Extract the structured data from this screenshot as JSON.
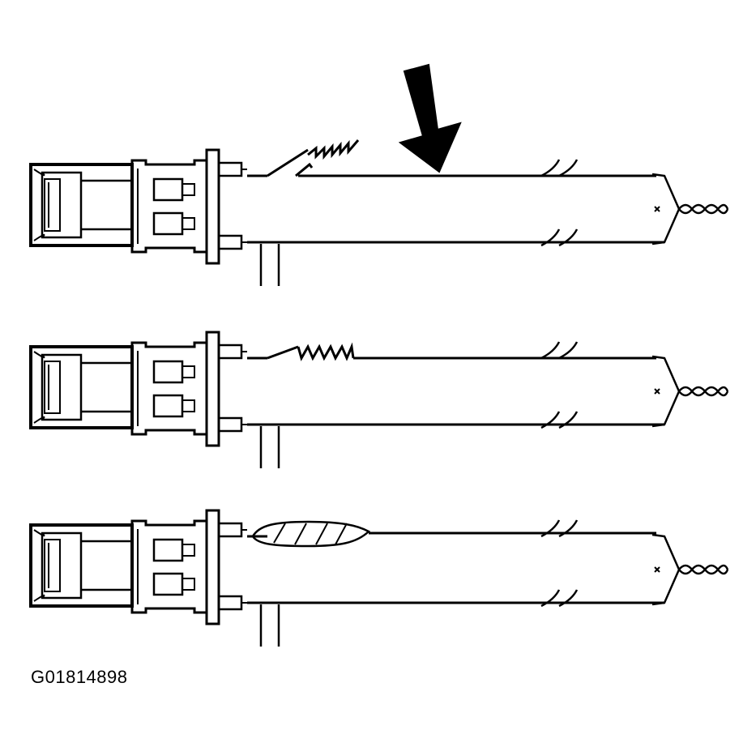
{
  "figure_id": "G01814898",
  "colors": {
    "ink": "#000000",
    "paper": "#ffffff"
  },
  "panels": [
    {
      "name": "splice-step-1",
      "wire_end": "strands-twisted-open"
    },
    {
      "name": "splice-step-2",
      "wire_end": "strands-wrapped"
    },
    {
      "name": "splice-step-3",
      "wire_end": "splice-soldered"
    }
  ],
  "callouts": [
    {
      "name": "arrow-to-wire",
      "points_to": "splice-step-1"
    }
  ]
}
